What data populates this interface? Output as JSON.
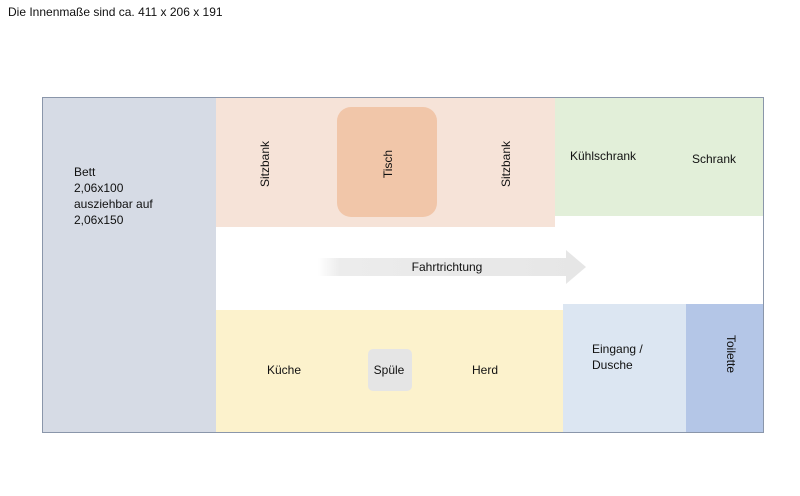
{
  "caption": "Die Innenmaße sind ca. 411 x 206 x 191",
  "zones": {
    "bett": {
      "lines": [
        "Bett",
        "2,06x100",
        "ausziehbar auf",
        "2,06x150"
      ]
    },
    "sitzbank_left": "Sitzbank",
    "tisch": "Tisch",
    "sitzbank_right": "Sitzbank",
    "kuehlschrank": "Kühlschrank",
    "schrank": "Schrank",
    "fahrtrichtung": "Fahrtrichtung",
    "kueche": "Küche",
    "spuele": "Spüle",
    "herd": "Herd",
    "eingang": {
      "lines": [
        "Eingang /",
        "Dusche"
      ]
    },
    "toilette": "Toilette"
  },
  "colors": {
    "bett": "#d6dbe5",
    "seating": "#f6e3d8",
    "table": "#f1c6a9",
    "fridge": "#e2efd9",
    "kitchen": "#fcf2cc",
    "sink": "#e5e5e5",
    "entrance": "#dce6f2",
    "toilet": "#b4c6e7",
    "arrow": "#ececec"
  }
}
